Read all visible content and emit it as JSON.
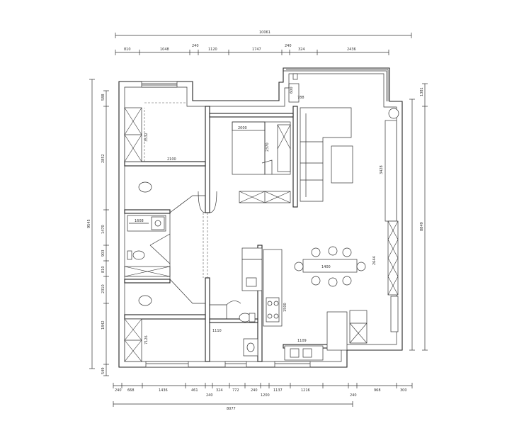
{
  "dimensions": {
    "top_total": "10061",
    "top_segments": [
      "810",
      "1048",
      "240",
      "1120",
      "1747",
      "240",
      "324",
      "2436"
    ],
    "bottom_total": "8077",
    "bottom_segments": [
      "240",
      "668",
      "1436",
      "461",
      "240",
      "324",
      "772",
      "240",
      "1200",
      "1137",
      "1216",
      "240",
      "968",
      "300"
    ],
    "left_total": "9545",
    "left_segments": [
      "588",
      "2852",
      "1470",
      "903",
      "810",
      "2310",
      "1842",
      "549"
    ],
    "right_total": "8849",
    "right_segments": [
      "1381",
      "8849"
    ]
  },
  "room_labels": {
    "bed1_width": "2100",
    "bed1_height": "3532",
    "master_bed": "2000",
    "bed_height": "2370",
    "bath_dim": "1608",
    "kitchen_width": "1109",
    "living_height": "2644",
    "dining": "1400",
    "closet_dim": "1500",
    "balcony": "788",
    "corridor": "1110",
    "bath2": "7126",
    "right_wall": "3428",
    "utility": "600"
  }
}
